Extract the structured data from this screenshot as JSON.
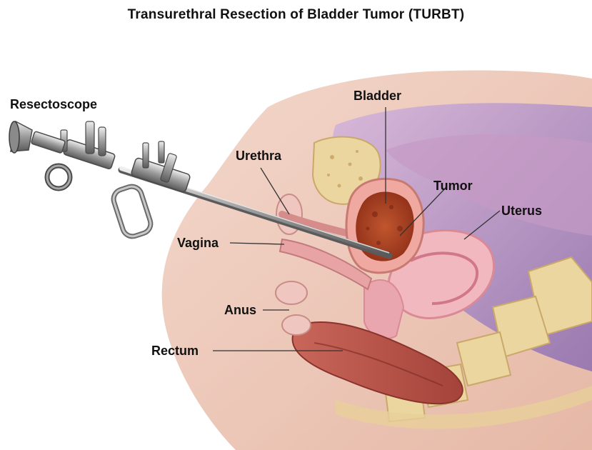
{
  "diagram": {
    "title": "Transurethral Resection of Bladder Tumor (TURBT)",
    "labels": {
      "resectoscope": "Resectoscope",
      "bladder": "Bladder",
      "urethra": "Urethra",
      "tumor": "Tumor",
      "uterus": "Uterus",
      "vagina": "Vagina",
      "anus": "Anus",
      "rectum": "Rectum"
    }
  }
}
